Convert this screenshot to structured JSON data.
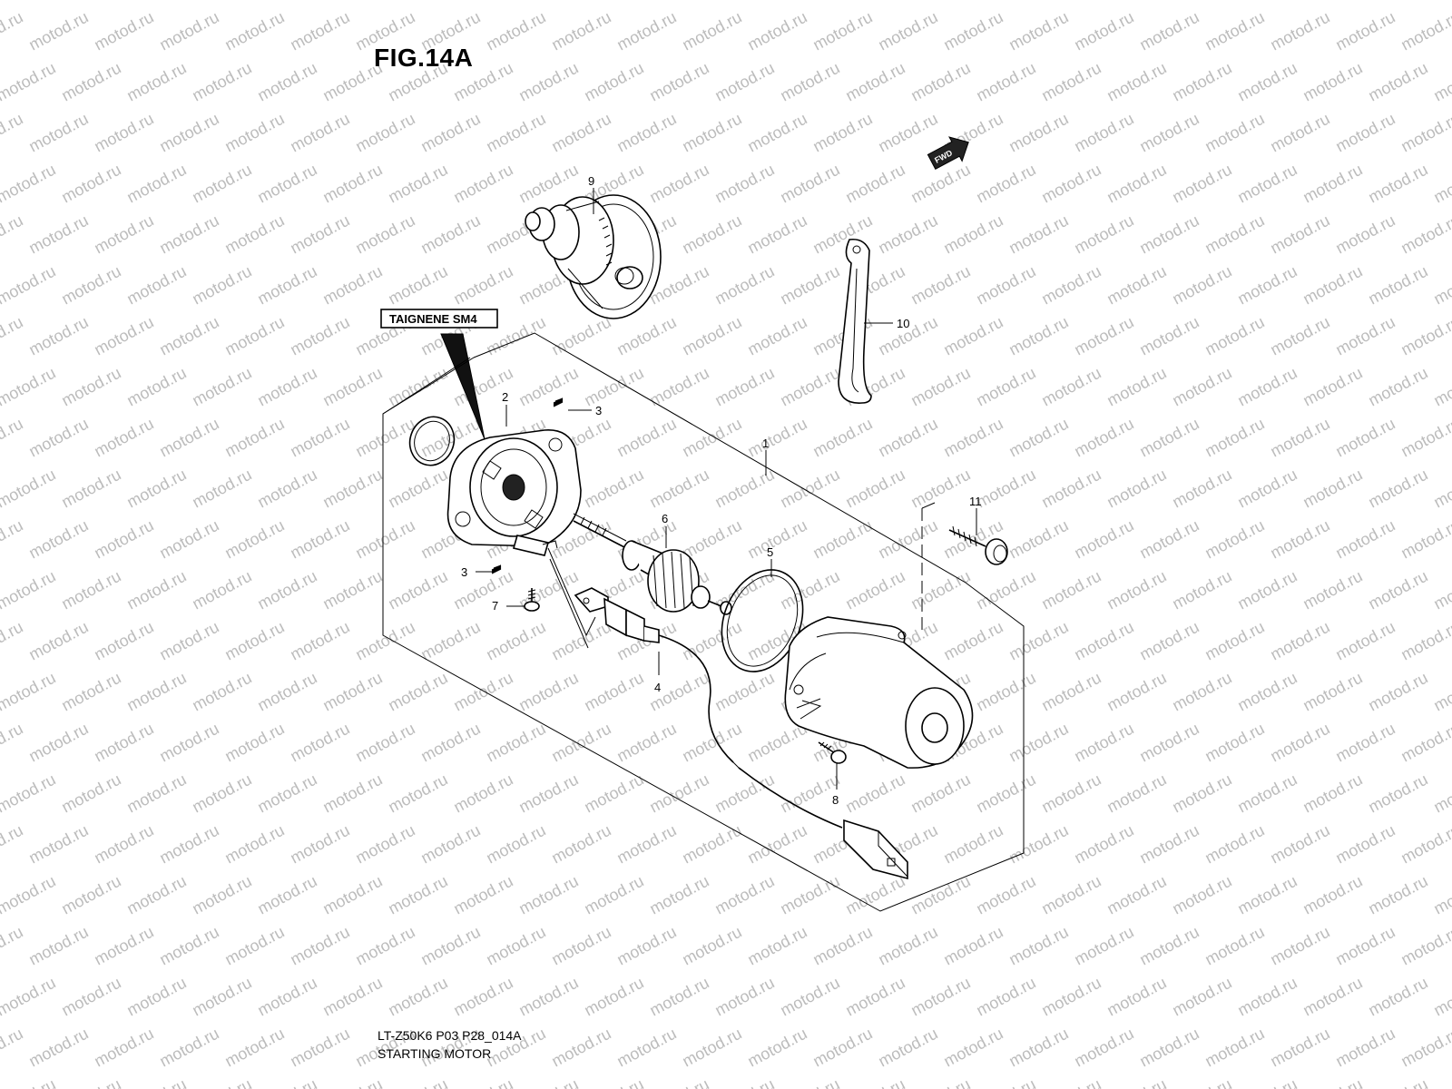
{
  "figure": {
    "title": "FIG.14A",
    "code": "LT-Z50K6 P03 P28_014A",
    "name": "STARTING MOTOR"
  },
  "note": {
    "label": "TAIGNENE SM4"
  },
  "forward_indicator": {
    "label": "FWD",
    "icon": "fwd-arrow-icon"
  },
  "callouts": [
    {
      "id": "1"
    },
    {
      "id": "2"
    },
    {
      "id": "3"
    },
    {
      "id": "3"
    },
    {
      "id": "4"
    },
    {
      "id": "5"
    },
    {
      "id": "6"
    },
    {
      "id": "7"
    },
    {
      "id": "8"
    },
    {
      "id": "9"
    },
    {
      "id": "10"
    },
    {
      "id": "11"
    }
  ],
  "watermark": {
    "text": "motod.ru"
  },
  "colors": {
    "line": "#000000",
    "background": "#ffffff",
    "watermark": "#bcbcbc"
  }
}
